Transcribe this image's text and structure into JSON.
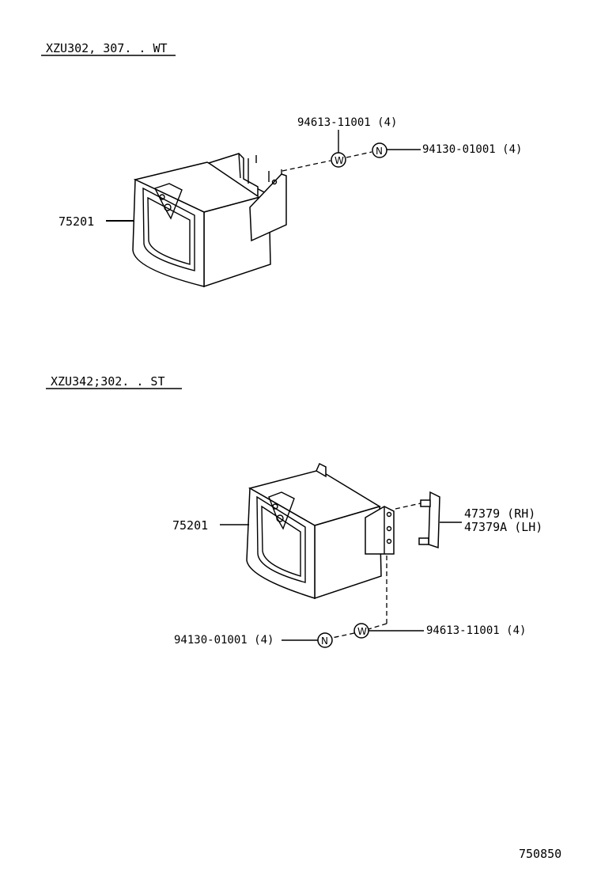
{
  "sections": [
    {
      "variant_label": "XZU302, 307. . WT",
      "part_main": "75201",
      "washer_part": "94613-11001 (4)",
      "washer_symbol": "W",
      "nut_part": "94130-01001 (4)",
      "nut_symbol": "N"
    },
    {
      "variant_label": "XZU342;302. . ST",
      "part_main": "75201",
      "bracket_rh": "47379   (RH)",
      "bracket_lh": "47379A (LH)",
      "washer_part": "94613-11001 (4)",
      "washer_symbol": "W",
      "nut_part": "94130-01001 (4)",
      "nut_symbol": "N"
    }
  ],
  "figure_number": "750850"
}
